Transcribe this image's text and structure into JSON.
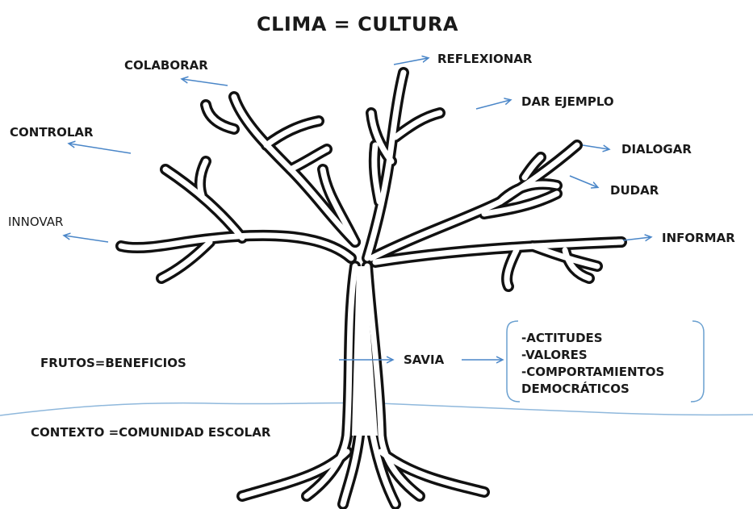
{
  "title": "CLIMA = CULTURA",
  "branches": {
    "colaborar": "COLABORAR",
    "controlar": "CONTROLAR",
    "innovar": "INNOVAR",
    "reflexionar": "REFLEXIONAR",
    "dar_ejemplo": "DAR  EJEMPLO",
    "dialogar": "DIALOGAR",
    "dudar": "DUDAR",
    "informar": "INFORMAR"
  },
  "frutos": "FRUTOS=BENEFICIOS",
  "savia": "SAVIA",
  "savia_items": [
    "-ACTITUDES",
    "-VALORES",
    "-COMPORTAMIENTOS",
    "DEMOCRÁTICOS"
  ],
  "contexto": "CONTEXTO =COMUNIDAD ESCOLAR",
  "colors": {
    "arrow": "#4a86c8",
    "ground": "#8fb8dc",
    "brace": "#6aa0d0",
    "tree_outline": "#111111"
  }
}
